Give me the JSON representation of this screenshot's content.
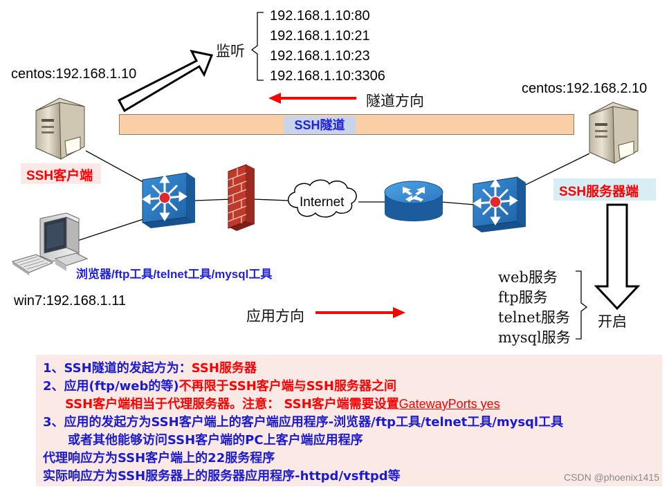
{
  "client": {
    "host_label": "centos:192.168.1.10",
    "role_label": "SSH客户端"
  },
  "server": {
    "host_label": "centos:192.168.2.10",
    "role_label": "SSH服务器端"
  },
  "pc": {
    "host_label": "win7:192.168.1.11",
    "tools_label": "浏览器/ftp工具/telnet工具/mysql工具"
  },
  "listen": {
    "label": "监听",
    "ports": [
      "192.168.1.10:80",
      "192.168.1.10:21",
      "192.168.1.10:23",
      "192.168.1.10:3306"
    ]
  },
  "tunnel": {
    "bar_label": "SSH隧道",
    "direction_label": "隧道方向"
  },
  "network": {
    "internet_label": "Internet"
  },
  "application": {
    "direction_label": "应用方向"
  },
  "services": {
    "items": [
      "web服务",
      "ftp服务",
      "telnet服务",
      "mysql服务"
    ],
    "open_label": "开启"
  },
  "notes": {
    "line1_a": "1、SSH隧道的发起方为：",
    "line1_b": "SSH服务器",
    "line2_a": "2、应用(ftp/web的等)",
    "line2_b": "不再限于SSH客户端与SSH服务器之间",
    "line3_a": "SSH客户端相当于代理服务器。注意：  SSH客户端需要设置",
    "line3_b": "GatewayPorts   yes",
    "line4": "3、应用的发起方为SSH客户端上的客户端应用程序-浏览器/ftp工具/telnet工具/mysql工具",
    "line5": "或者其他能够访问SSH客户端的PC上客户端应用程序",
    "line6": "代理响应方为SSH客户端上的22服务程序",
    "line7": "实际响应方为SSH服务器上的服务器应用程序-httpd/vsftpd等"
  },
  "watermark": "CSDN @phoenix1415",
  "colors": {
    "tunnel_bar": "#fbcfa6",
    "tunnel_label_bg": "#c9d3ea",
    "switch": "#2b78c2",
    "router": "#2b78c2",
    "firewall": "#b83a2e",
    "arrow_red": "#ff0000",
    "notes_bg": "#fbe9e6",
    "text_blue": "#1a1ad0"
  },
  "icons": [
    "server-icon",
    "switch-icon",
    "firewall-icon",
    "cloud-icon",
    "router-icon",
    "desktop-pc-icon"
  ]
}
